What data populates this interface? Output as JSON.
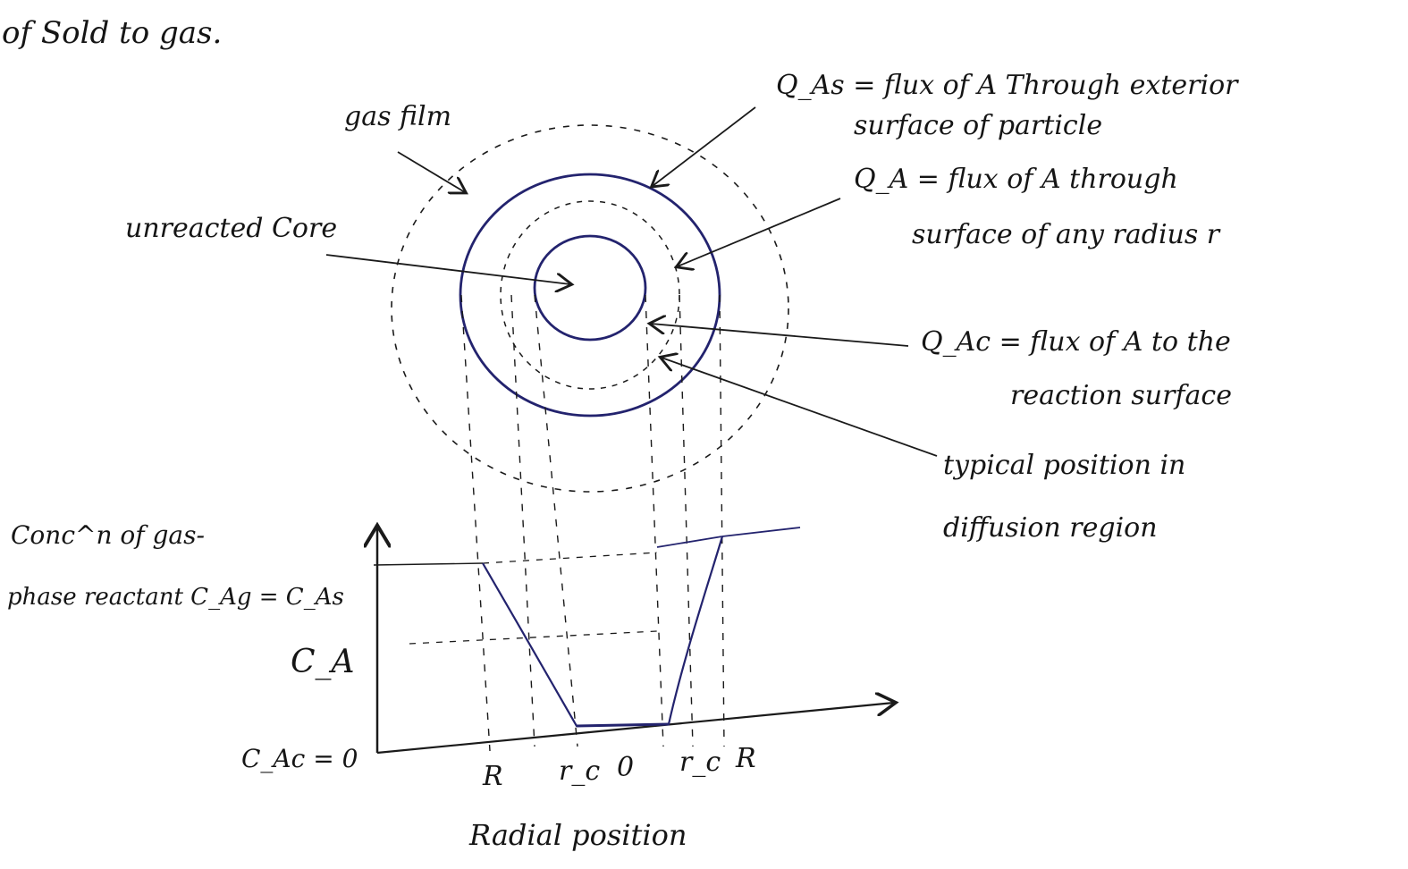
{
  "top_text": "of Sold to gas.",
  "labels": {
    "gas_film": "gas film",
    "unreacted_core": "unreacted Core",
    "q_as": "Q_As = flux of A Through exterior",
    "q_as_cont": "surface of particle",
    "q_a": "Q_A = flux of A through",
    "q_a_cont": "surface of any radius r",
    "q_ac": "Q_Ac = flux of A to the",
    "q_ac_cont": "reaction surface",
    "typical": "typical position in",
    "typical_cont": "diffusion region"
  },
  "graph": {
    "ylabel_1": "Conc^n of gas-",
    "ylabel_2": "phase reactant C_Ag = C_As",
    "ca": "C_A",
    "cac_zero": "C_Ac = 0",
    "xticks": [
      "R",
      "r_c",
      "0",
      "r_c",
      "R"
    ],
    "xlabel": "Radial position"
  }
}
